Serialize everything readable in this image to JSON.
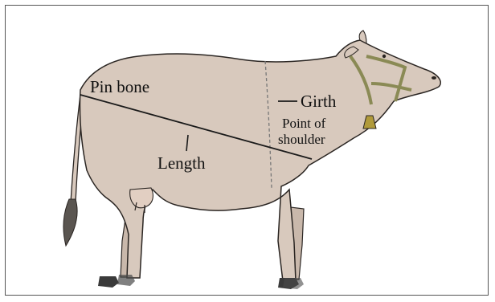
{
  "labels": {
    "pin_bone": "Pin bone",
    "girth": "Girth",
    "point_of": "Point of",
    "shoulder": "shoulder",
    "length": "Length"
  },
  "colors": {
    "body_fill": "#d8c9bd",
    "outline": "#2a2522",
    "halter": "#8a8a55",
    "hoof": "#3a3a3a",
    "tail_switch": "#5a5550",
    "measure_line": "#1a1a1a"
  }
}
